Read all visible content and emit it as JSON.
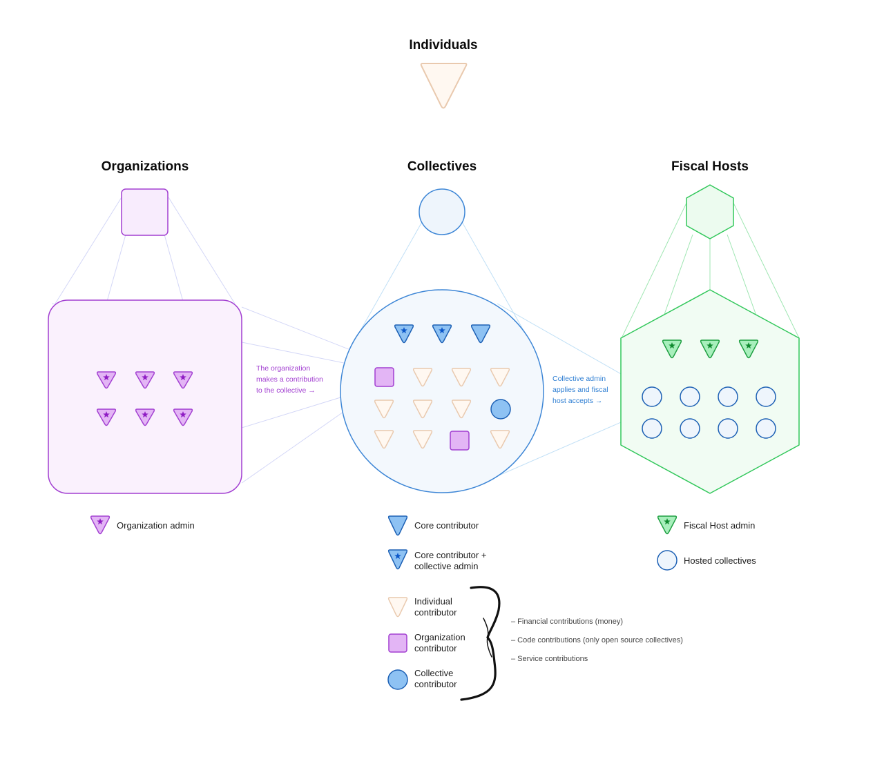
{
  "titles": {
    "individuals": "Individuals",
    "organizations": "Organizations",
    "collectives": "Collectives",
    "fiscal_hosts": "Fiscal Hosts"
  },
  "notes": {
    "organization": [
      "The organization",
      "makes a contribution",
      "to the collective →"
    ],
    "collective": [
      "Collective admin",
      "applies and fiscal",
      "host accepts →"
    ]
  },
  "legend": {
    "organization_admin": "Organization admin",
    "core_contributor": "Core contributor",
    "core_contributor_admin": [
      "Core contributor +",
      "collective admin"
    ],
    "individual_contributor": [
      "Individual",
      "contributor"
    ],
    "organization_contributor": [
      "Organization",
      "contributor"
    ],
    "collective_contributor": [
      "Collective",
      "contributor"
    ],
    "fiscal_host_admin": "Fiscal Host admin",
    "hosted_collectives": "Hosted collectives"
  },
  "contribution_types": [
    "– Financial contributions (money)",
    "– Code contributions (only open source collectives)",
    "– Service contributions"
  ],
  "colors": {
    "purple": "#a23fd1",
    "purple_fill": "#f8ecfd",
    "blue": "#3d86d6",
    "blue_fill": "#eef5fc",
    "green": "#31c75a",
    "green_fill": "#ecfbef",
    "peach": "#e9c9ae",
    "peach_fill": "#fff8f1"
  }
}
